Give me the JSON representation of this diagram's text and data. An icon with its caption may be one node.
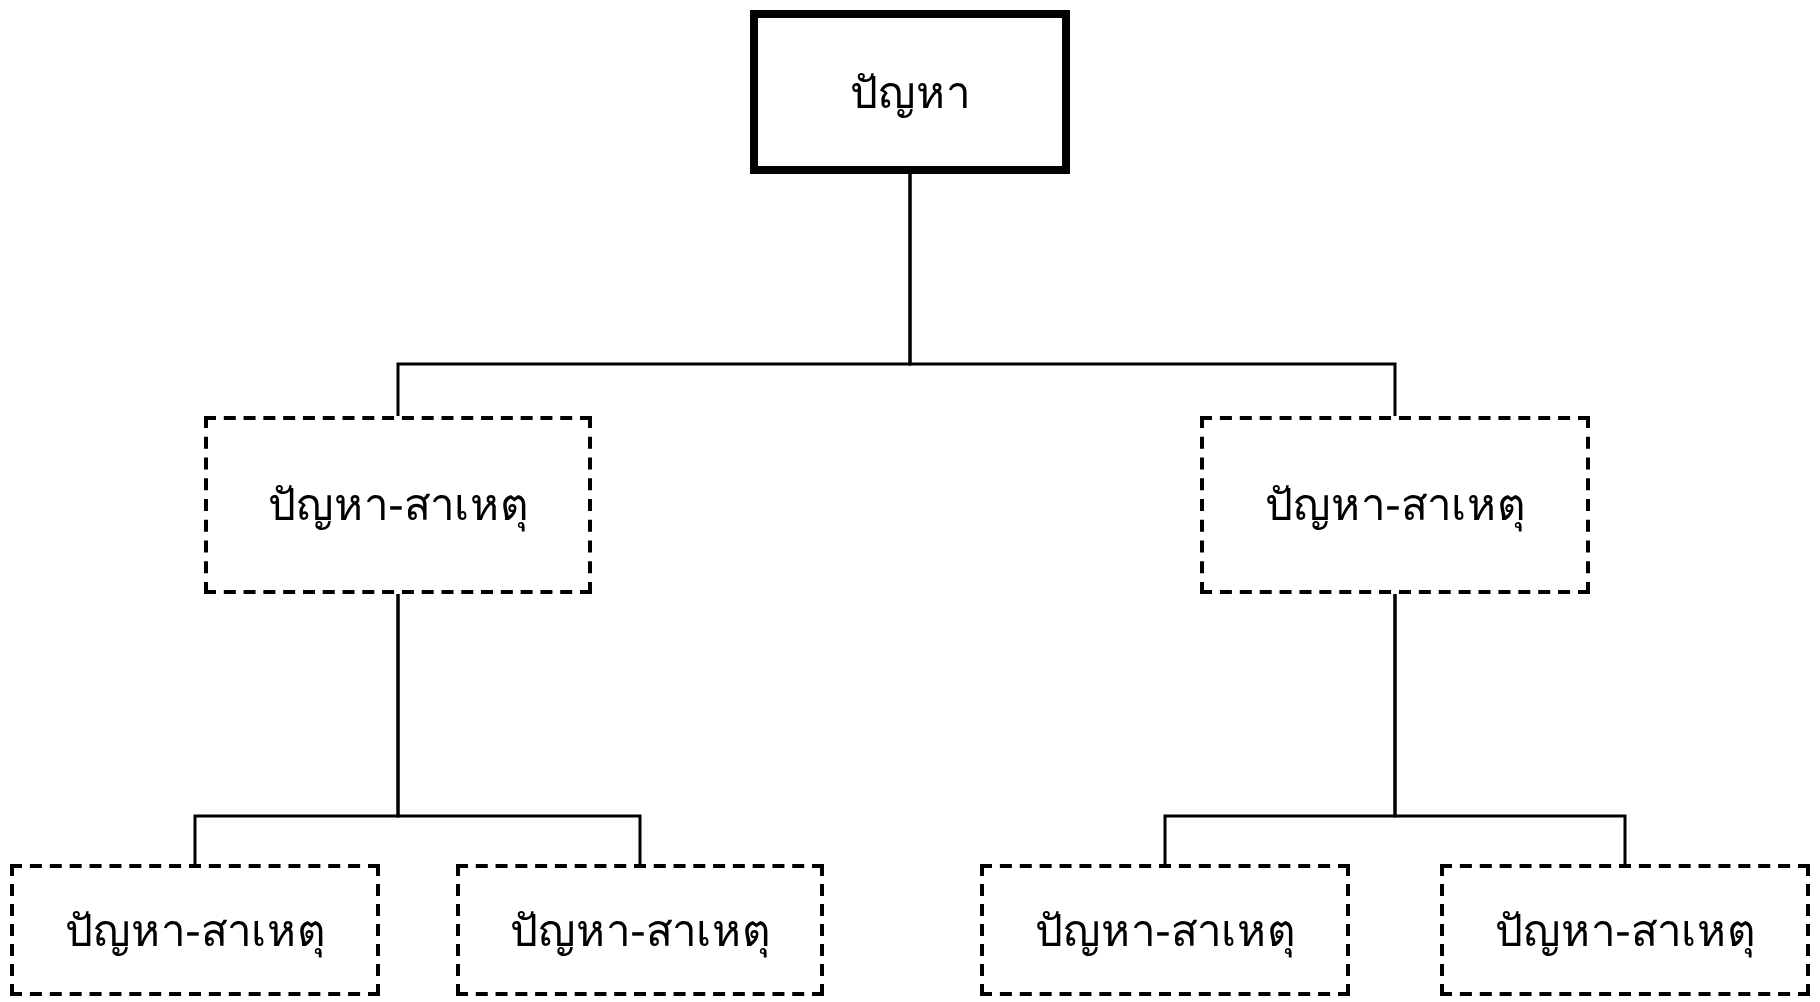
{
  "diagram": {
    "nodes": [
      {
        "text": [
          "ปัญหา"
        ]
      },
      {
        "text": [
          "ปัญหา-สาเหตุ"
        ]
      },
      {
        "text": [
          "ปัญหา-สาเหตุ"
        ]
      },
      {
        "text": [
          "ปัญหา-สาเหตุ"
        ]
      },
      {
        "text": [
          "ปัญหา-สาเหตุ"
        ]
      },
      {
        "text": [
          "ปัญหา-สาเหตุ"
        ]
      },
      {
        "text": [
          "ปัญหา-สาเหตุ"
        ]
      }
    ],
    "edges": [
      {
        "from": 0,
        "to": 1,
        "arrow": "none"
      },
      {
        "from": 0,
        "to": 2,
        "arrow": "none"
      },
      {
        "from": 1,
        "to": 3,
        "arrow": "none"
      },
      {
        "from": 1,
        "to": 4,
        "arrow": "none"
      },
      {
        "from": 2,
        "to": 5,
        "arrow": "none"
      },
      {
        "from": 2,
        "to": 6,
        "arrow": "none"
      }
    ]
  }
}
